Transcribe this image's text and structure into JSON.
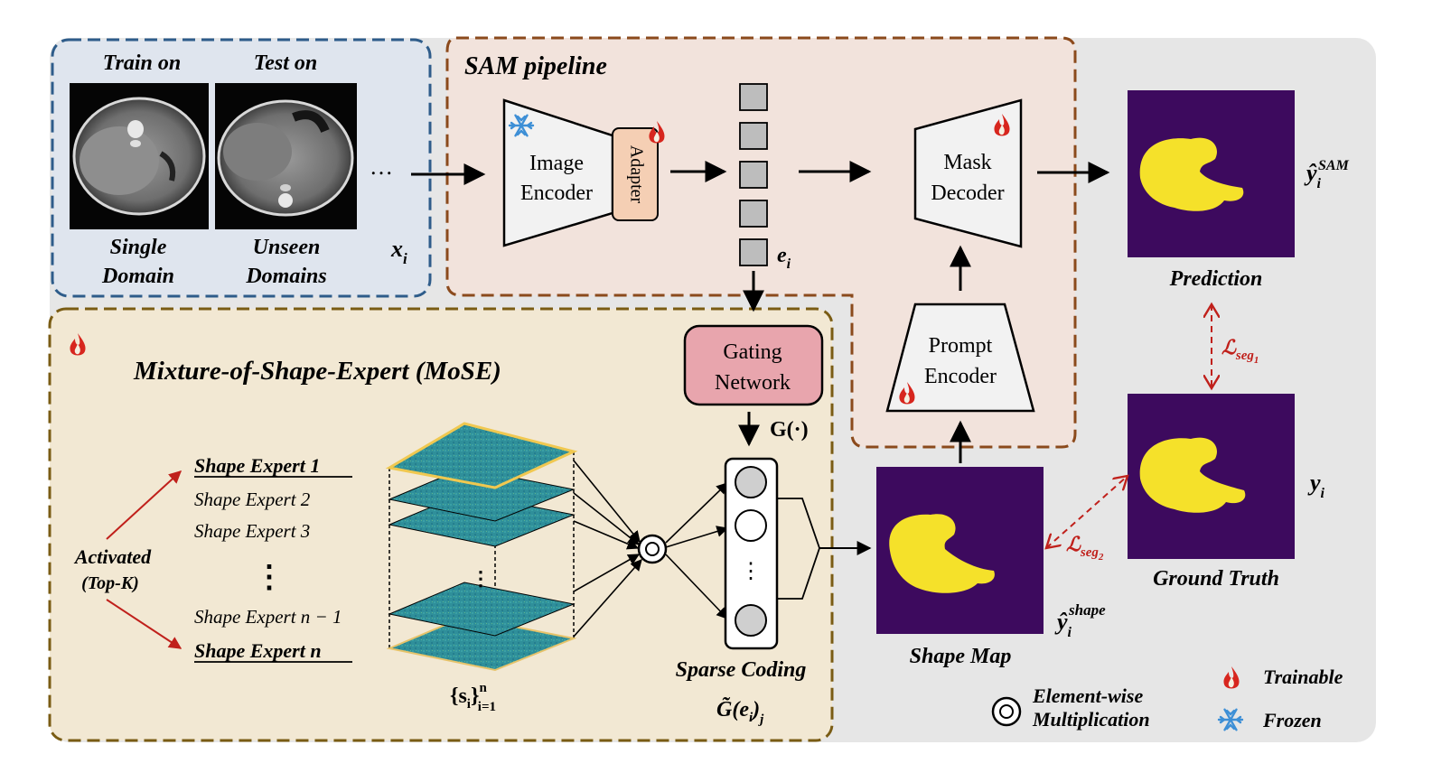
{
  "data_panel": {
    "train_on": "Train on",
    "test_on": "Test on",
    "ellipsis": "…",
    "single_line1": "Single",
    "single_line2": "Domain",
    "unseen_line1": "Unseen",
    "unseen_line2": "Domains",
    "xi_base": "x",
    "xi_sub": "i"
  },
  "sam_pipeline": {
    "title": "SAM pipeline",
    "image_encoder_line1": "Image",
    "image_encoder_line2": "Encoder",
    "adapter": "Adapter",
    "embedding_base": "e",
    "embedding_sub": "i",
    "mask_decoder_line1": "Mask",
    "mask_decoder_line2": "Decoder",
    "prompt_encoder_line1": "Prompt",
    "prompt_encoder_line2": "Encoder"
  },
  "mose": {
    "title": "Mixture-of-Shape-Expert (MoSE)",
    "gating_line1": "Gating",
    "gating_line2": "Network",
    "gating_fn": "G(·)",
    "activated_line1": "Activated",
    "activated_line2": "(Top-K)",
    "experts": [
      "Shape Expert 1",
      "Shape Expert 2",
      "Shape Expert 3",
      "⋮",
      "Shape Expert n − 1",
      "Shape Expert n"
    ],
    "experts_set_base": "{s",
    "experts_set_sub": "i",
    "experts_set_close": "}",
    "experts_set_sup": "n",
    "experts_set_sub2": "i=1",
    "sparse_coding": "Sparse Coding",
    "sparse_formula_base": "G̃(e",
    "sparse_formula_sub": "i",
    "sparse_formula_close": ")",
    "sparse_formula_sub2": "j"
  },
  "outputs": {
    "prediction": "Prediction",
    "ground_truth": "Ground Truth",
    "shape_map": "Shape Map",
    "y_sam_base": "ŷ",
    "y_sam_sub": "i",
    "y_sam_sup": "SAM",
    "y_base": "y",
    "y_sub": "i",
    "y_shape_base": "ŷ",
    "y_shape_sub": "i",
    "y_shape_sup": "shape",
    "loss1_base": "ℒ",
    "loss1_sub": "seg",
    "loss1_subsub": "1",
    "loss2_base": "ℒ",
    "loss2_sub": "seg",
    "loss2_subsub": "2"
  },
  "legend": {
    "elementwise_line1": "Element-wise",
    "elementwise_line2": "Multiplication",
    "trainable": "Trainable",
    "frozen": "Frozen"
  },
  "colors": {
    "blue_dash": "#2e5c8a",
    "brown_dash": "#8b4a1c",
    "olive_dash": "#7a5c14",
    "mask_bg": "#3d0a5e",
    "mask_fg": "#f5e12a",
    "red": "#c0201b",
    "gating_fill": "#e8a5ad",
    "adapter_fill": "#f5cfb4",
    "grey_bg": "#e6e6e6"
  }
}
